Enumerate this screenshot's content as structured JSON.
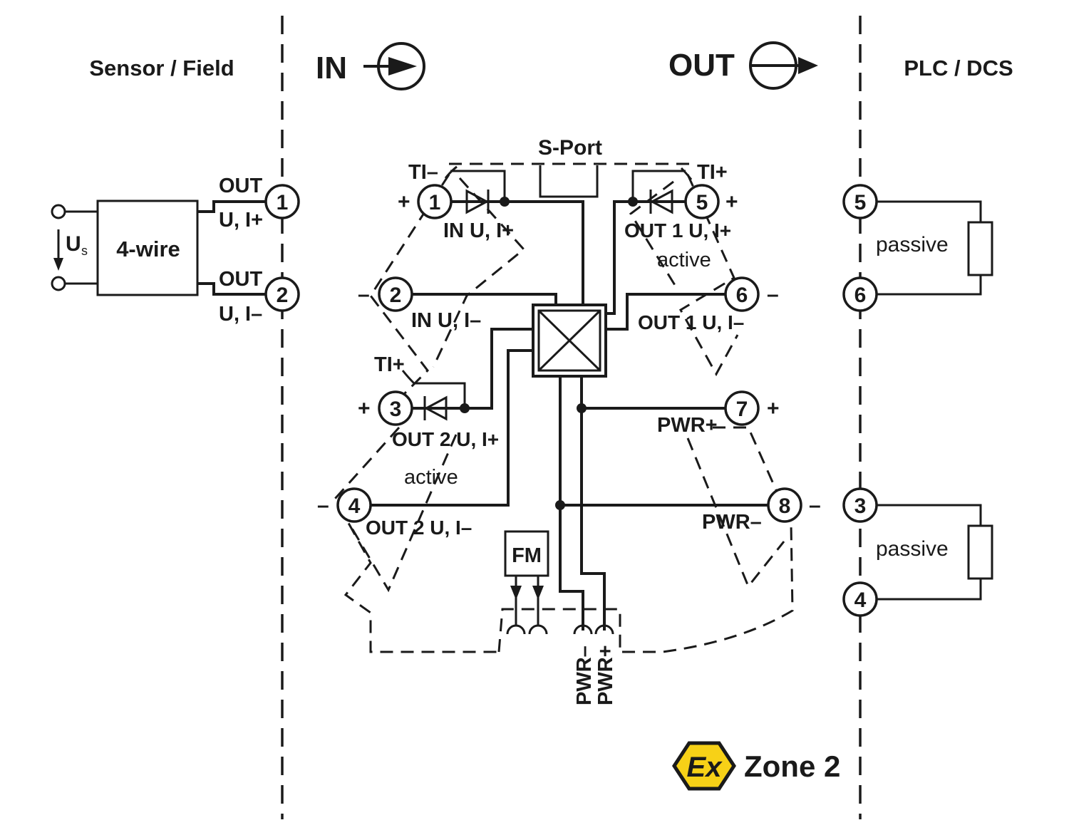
{
  "headers": {
    "sensor": "Sensor / Field",
    "in": "IN",
    "out": "OUT",
    "plc": "PLC / DCS"
  },
  "sensor": {
    "device": "4-wire",
    "supply": "U",
    "supply_sub": "s",
    "out_top": "OUT",
    "sig_top": "U, I+",
    "out_bottom": "OUT",
    "sig_bottom": "U, I–",
    "term_1": "1",
    "term_2": "2"
  },
  "module": {
    "sport": "S-Port",
    "ti_minus": "TI–",
    "ti_plus_right": "TI+",
    "ti_plus_left": "TI+",
    "in_u_i_plus": "IN U, I+",
    "in_u_i_minus": "IN U, I–",
    "out1_u_i_plus": "OUT 1 U, I+",
    "out1_u_i_minus": "OUT 1 U, I–",
    "out1_mode": "active",
    "out2_u_i_plus": "OUT 2 U, I+",
    "out2_u_i_minus": "OUT 2 U, I–",
    "out2_mode": "active",
    "pwr_plus": "PWR+",
    "pwr_minus": "PWR–",
    "fm": "FM",
    "bus_pwr_minus": "PWR–",
    "bus_pwr_plus": "PWR+",
    "plus": "+",
    "minus": "–",
    "terminals": {
      "t1": "1",
      "t2": "2",
      "t3": "3",
      "t4": "4",
      "t5": "5",
      "t6": "6",
      "t7": "7",
      "t8": "8"
    }
  },
  "plc": {
    "load_top": "passive",
    "load_bottom": "passive",
    "t5": "5",
    "t6": "6",
    "t3": "3",
    "t4": "4"
  },
  "badge": {
    "symbol": "Ex",
    "label": "Zone 2",
    "color": "#f7d117"
  }
}
